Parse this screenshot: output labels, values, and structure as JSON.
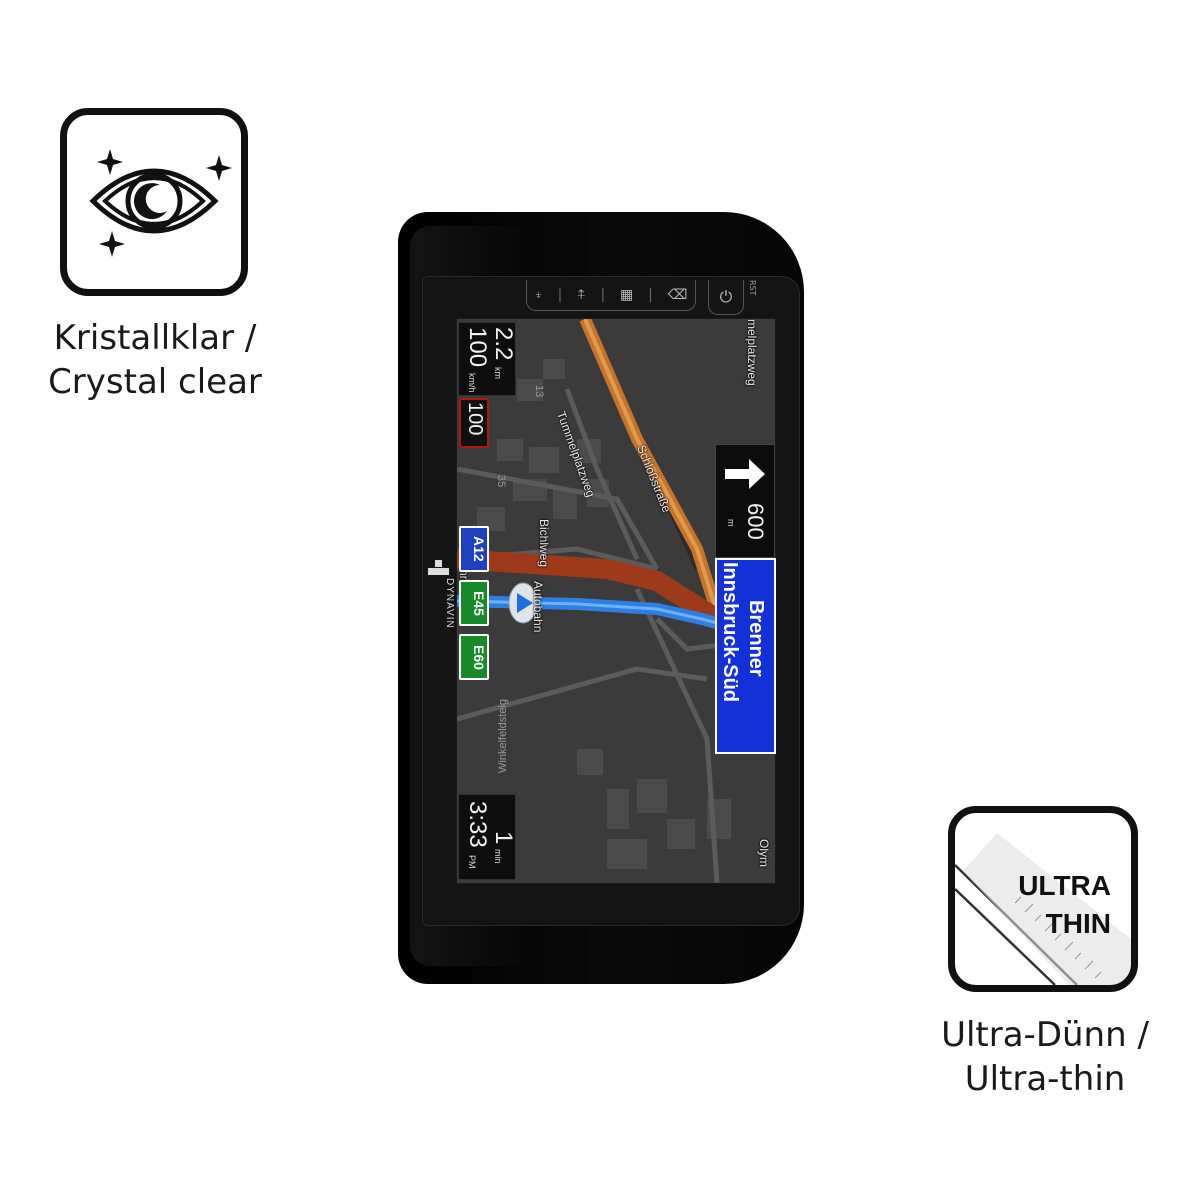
{
  "features": {
    "clear": {
      "icon": "eye-sparkle-icon",
      "caption_line1": "Kristallklar /",
      "caption_line2": "Crystal clear"
    },
    "thin": {
      "icon": "ultra-thin-icon",
      "badge_line1": "ULTRA",
      "badge_line2": "THIN",
      "caption_line1": "Ultra-Dünn /",
      "caption_line2": "Ultra-thin"
    }
  },
  "device": {
    "brand": "DYNAVIN",
    "power_icon": "power-icon",
    "reset_label": "RST",
    "controls": [
      "volume-down-icon",
      "volume-up-icon",
      "menu-grid-icon",
      "back-icon"
    ]
  },
  "navigation": {
    "distance_value": "2.2",
    "distance_unit": "km",
    "speed_value": "100",
    "speed_unit": "km/h",
    "speed_limit": "100",
    "next_turn_distance": "600",
    "next_turn_unit": "m",
    "turn_icon": "arrow-straight-icon",
    "destination_line1": "Brenner",
    "destination_line2": "Innsbruck-Süd",
    "time_value": "3:33",
    "time_suffix": "PM",
    "remaining_value": "1",
    "remaining_unit": "min",
    "shields": [
      "A12",
      "E45",
      "E60"
    ],
    "streets": {
      "tummelplatzweg": "Tummelplatzweg",
      "tummelplatzweg_top": "melplatzweg",
      "schlossstrasse": "Schloßstraße",
      "bichlweg": "Bichlweg",
      "autobahn": "Autobahn",
      "autobahn_prefix": "nn",
      "winkelfeldsteig": "Winkelfeldsteig",
      "olym": "Olym",
      "house_13": "13",
      "house_35": "35"
    }
  },
  "colors": {
    "route_blue": "#2f7fe0",
    "autobahn_orange": "#c8732a",
    "sign_blue": "#1431d8",
    "shield_green": "#178a2a",
    "limit_red": "#b31515"
  }
}
